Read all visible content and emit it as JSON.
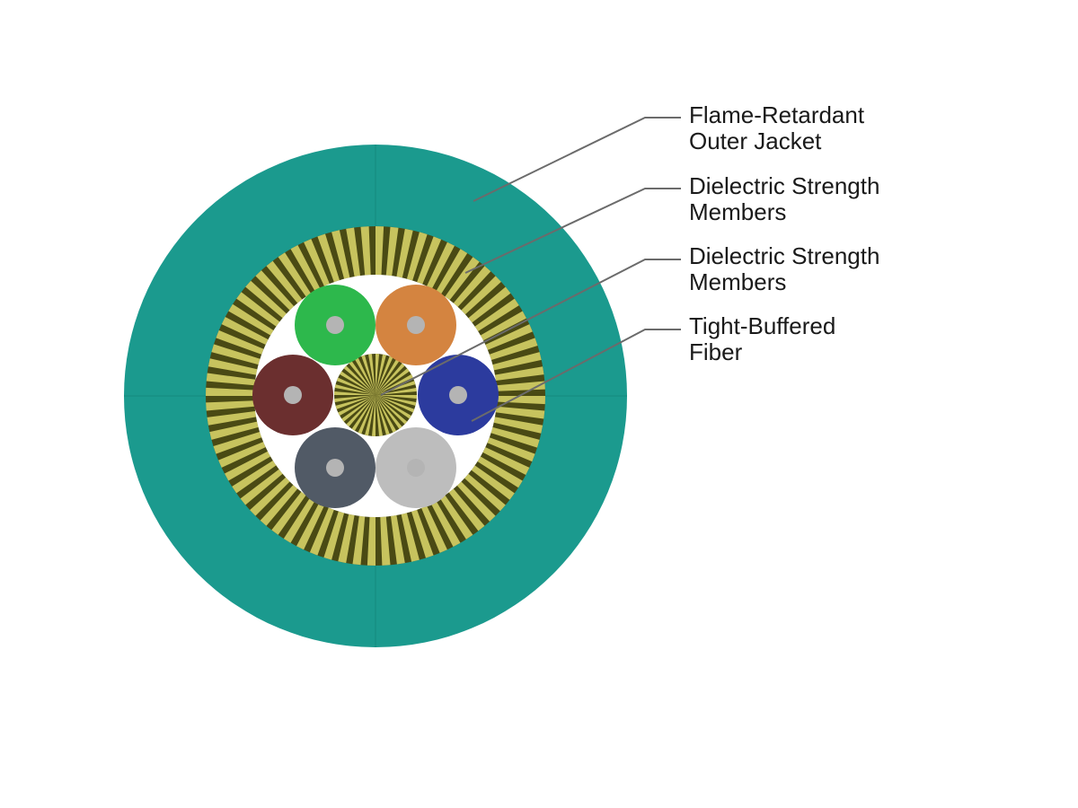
{
  "labels": {
    "outer_jacket": {
      "line1": "Flame-Retardant",
      "line2": "Outer Jacket"
    },
    "strength_members_outer": {
      "line1": "Dielectric Strength",
      "line2": "Members"
    },
    "strength_members_central": {
      "line1": "Dielectric Strength",
      "line2": "Members"
    },
    "tight_buffered_fiber": {
      "line1": "Tight-Buffered",
      "line2": "Fiber"
    }
  },
  "colors": {
    "jacket": "#1b9a8e",
    "jacket_seam": "#168a7f",
    "strength_light": "#c7c35e",
    "strength_dark": "#4a4a14",
    "core_fill": "#ffffff",
    "fiber_core": "#b4b4b4",
    "leader_line": "#6b6b6b"
  },
  "fibers": [
    {
      "name": "green",
      "color": "#2db84c"
    },
    {
      "name": "orange",
      "color": "#d48440"
    },
    {
      "name": "brown",
      "color": "#6b2f2f"
    },
    {
      "name": "blue",
      "color": "#2c3b9e"
    },
    {
      "name": "slate",
      "color": "#515a66"
    },
    {
      "name": "gray",
      "color": "#bdbdbd"
    }
  ]
}
